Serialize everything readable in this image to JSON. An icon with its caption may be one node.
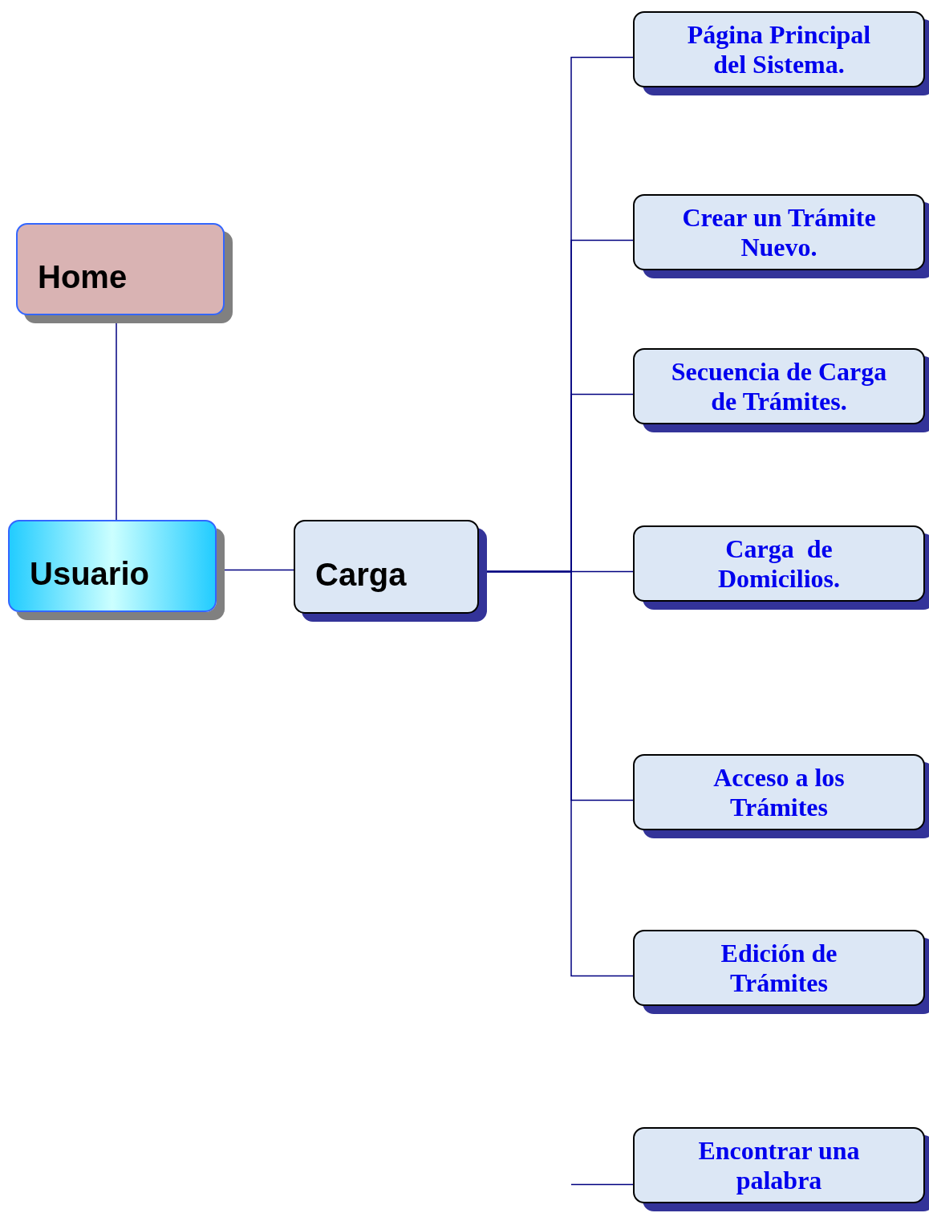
{
  "diagram": {
    "nodes": [
      {
        "text": [
          "Home"
        ]
      },
      {
        "text": [
          "Usuario"
        ]
      },
      {
        "text": [
          "Carga"
        ]
      },
      {
        "text": [
          "Página Principal del Sistema."
        ]
      },
      {
        "text": [
          "Crear un Trámite Nuevo."
        ]
      },
      {
        "text": [
          "Secuencia de Carga de Trámites."
        ]
      },
      {
        "text": [
          "Carga  de Domicilios."
        ]
      },
      {
        "text": [
          "Acceso a los Trámites"
        ]
      },
      {
        "text": [
          "Edición de Trámites"
        ]
      },
      {
        "text": [
          "Encontrar una palabra"
        ]
      }
    ],
    "edges": [
      {
        "from": 0,
        "to": 1,
        "arrow": "none"
      },
      {
        "from": 1,
        "to": 2,
        "arrow": "none"
      },
      {
        "from": 2,
        "to": 3,
        "arrow": "none"
      },
      {
        "from": 2,
        "to": 4,
        "arrow": "none"
      },
      {
        "from": 2,
        "to": 5,
        "arrow": "none"
      },
      {
        "from": 2,
        "to": 6,
        "arrow": "none"
      },
      {
        "from": 2,
        "to": 7,
        "arrow": "none"
      },
      {
        "from": 2,
        "to": 8,
        "arrow": "none"
      },
      {
        "from": null,
        "to": 9,
        "arrow": "none"
      }
    ]
  }
}
